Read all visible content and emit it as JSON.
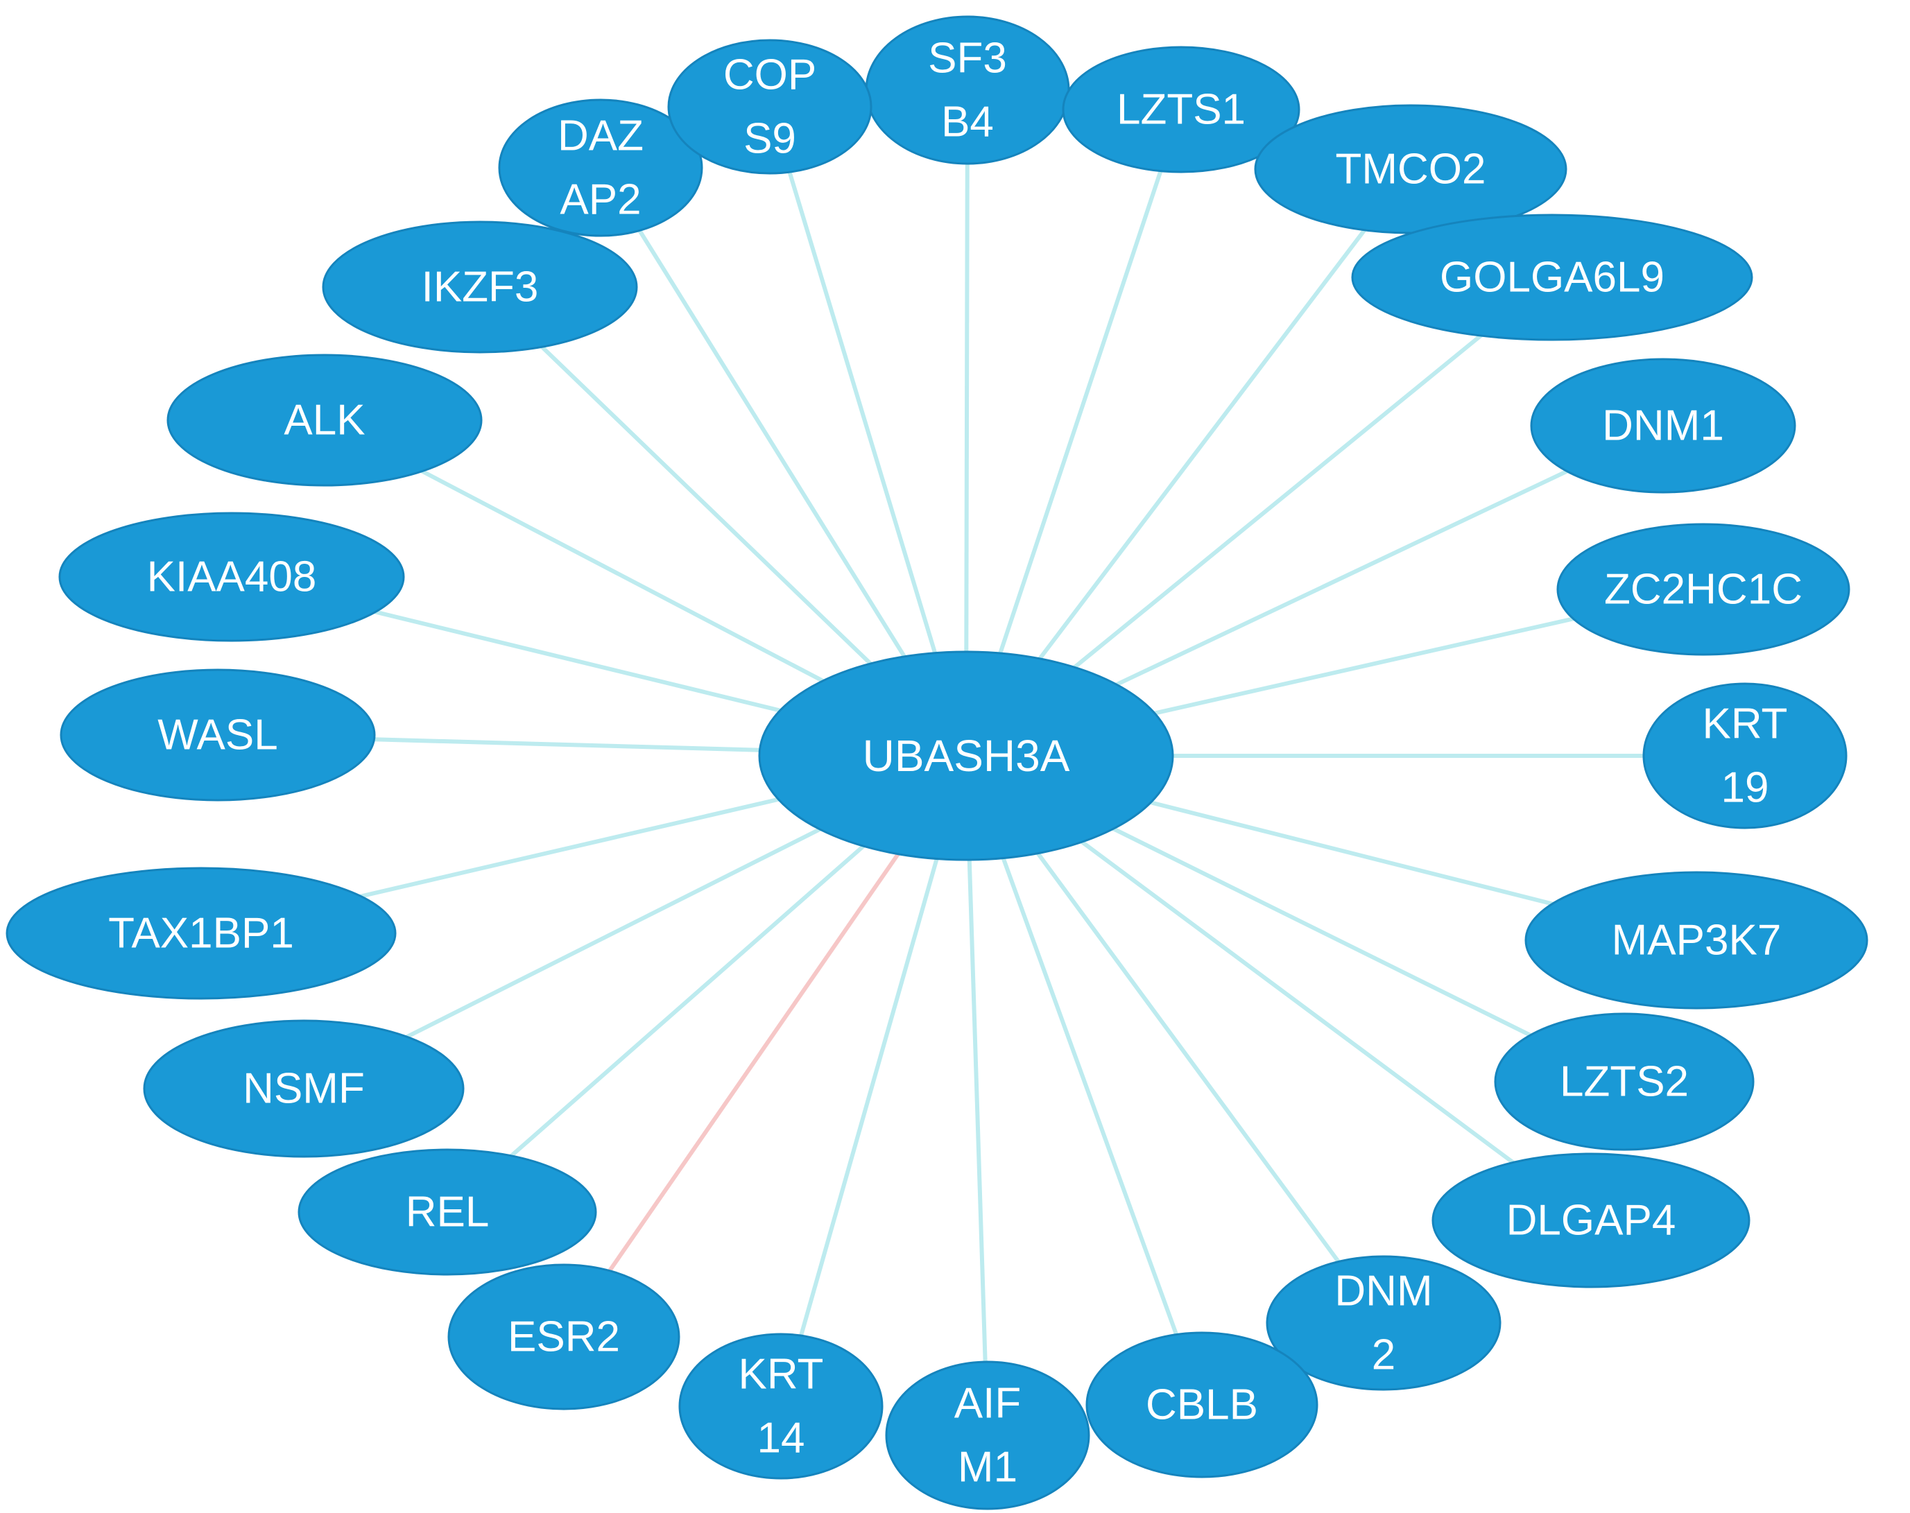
{
  "colors": {
    "node_fill": "#1a99d6",
    "node_stroke": "#1584bd",
    "node_text": "#ffffff",
    "edge_default": "#bdebef",
    "edge_highlight": "#f6c7c7"
  },
  "center": {
    "id": "UBASH3A",
    "lines": [
      "UBASH3A"
    ]
  },
  "nodes": [
    {
      "id": "SF3B4",
      "lines": [
        "SF3",
        "B4"
      ],
      "edge": "default"
    },
    {
      "id": "LZTS1",
      "lines": [
        "LZTS1"
      ],
      "edge": "default"
    },
    {
      "id": "TMCO2",
      "lines": [
        "TMCO2"
      ],
      "edge": "default"
    },
    {
      "id": "GOLGA6L9",
      "lines": [
        "GOLGA6L9"
      ],
      "edge": "default"
    },
    {
      "id": "DNM1",
      "lines": [
        "DNM1"
      ],
      "edge": "default"
    },
    {
      "id": "ZC2HC1C",
      "lines": [
        "ZC2HC1C"
      ],
      "edge": "default"
    },
    {
      "id": "KRT19",
      "lines": [
        "KRT",
        "19"
      ],
      "edge": "default"
    },
    {
      "id": "MAP3K7",
      "lines": [
        "MAP3K7"
      ],
      "edge": "default"
    },
    {
      "id": "LZTS2",
      "lines": [
        "LZTS2"
      ],
      "edge": "default"
    },
    {
      "id": "DLGAP4",
      "lines": [
        "DLGAP4"
      ],
      "edge": "default"
    },
    {
      "id": "DNM2",
      "lines": [
        "DNM",
        "2"
      ],
      "edge": "default"
    },
    {
      "id": "CBLB",
      "lines": [
        "CBLB"
      ],
      "edge": "default"
    },
    {
      "id": "AIFM1",
      "lines": [
        "AIF",
        "M1"
      ],
      "edge": "default"
    },
    {
      "id": "KRT14",
      "lines": [
        "KRT",
        "14"
      ],
      "edge": "default"
    },
    {
      "id": "ESR2",
      "lines": [
        "ESR2"
      ],
      "edge": "highlight"
    },
    {
      "id": "REL",
      "lines": [
        "REL"
      ],
      "edge": "default"
    },
    {
      "id": "NSMF",
      "lines": [
        "NSMF"
      ],
      "edge": "default"
    },
    {
      "id": "TAX1BP1",
      "lines": [
        "TAX1BP1"
      ],
      "edge": "default"
    },
    {
      "id": "WASL",
      "lines": [
        "WASL"
      ],
      "edge": "default"
    },
    {
      "id": "KIAA408",
      "lines": [
        "KIAA408"
      ],
      "edge": "default"
    },
    {
      "id": "ALK",
      "lines": [
        "ALK"
      ],
      "edge": "default"
    },
    {
      "id": "IKZF3",
      "lines": [
        "IKZF3"
      ],
      "edge": "default"
    },
    {
      "id": "DAZAP2",
      "lines": [
        "DAZ",
        "AP2"
      ],
      "edge": "default"
    },
    {
      "id": "COPS9",
      "lines": [
        "COP",
        "S9"
      ],
      "edge": "default"
    }
  ]
}
